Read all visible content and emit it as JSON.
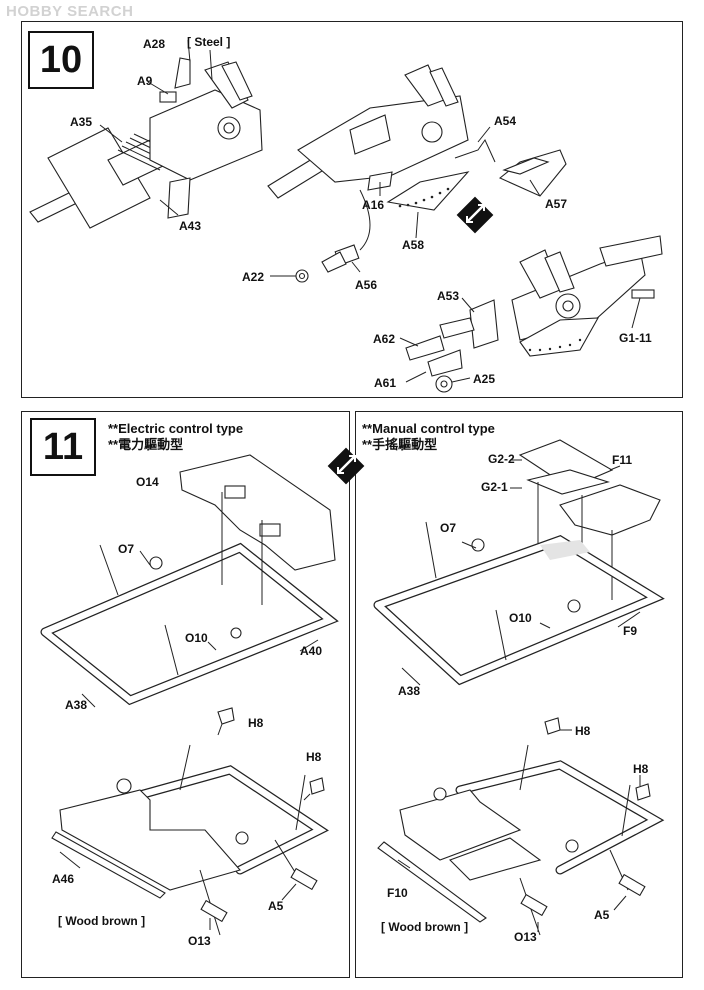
{
  "watermark": "HOBBY SEARCH",
  "step10": {
    "number": "10",
    "labels": {
      "a28": "A28",
      "steel": "[ Steel ]",
      "a9": "A9",
      "a35": "A35",
      "a43": "A43",
      "a54": "A54",
      "a16": "A16",
      "a57": "A57",
      "a58": "A58",
      "a22": "A22",
      "a56": "A56",
      "a53": "A53",
      "a62": "A62",
      "a61": "A61",
      "a25": "A25",
      "g1_11": "G1-11"
    }
  },
  "step11": {
    "number": "11",
    "electric": {
      "title": "**Electric control type",
      "subtitle": "**電力驅動型",
      "labels": {
        "o14": "O14",
        "o7": "O7",
        "o10": "O10",
        "a40": "A40",
        "a38": "A38",
        "h8a": "H8",
        "h8b": "H8",
        "a46": "A46",
        "a5": "A5",
        "o13": "O13",
        "wood": "[ Wood brown ]"
      }
    },
    "manual": {
      "title": "**Manual control type",
      "subtitle": "**手搖驅動型",
      "labels": {
        "g2_2": "G2-2",
        "g2_1": "G2-1",
        "f11": "F11",
        "o7": "O7",
        "o10": "O10",
        "f9": "F9",
        "a38": "A38",
        "h8a": "H8",
        "h8b": "H8",
        "f10": "F10",
        "a5": "A5",
        "o13": "O13",
        "wood": "[ Wood brown ]"
      }
    }
  }
}
